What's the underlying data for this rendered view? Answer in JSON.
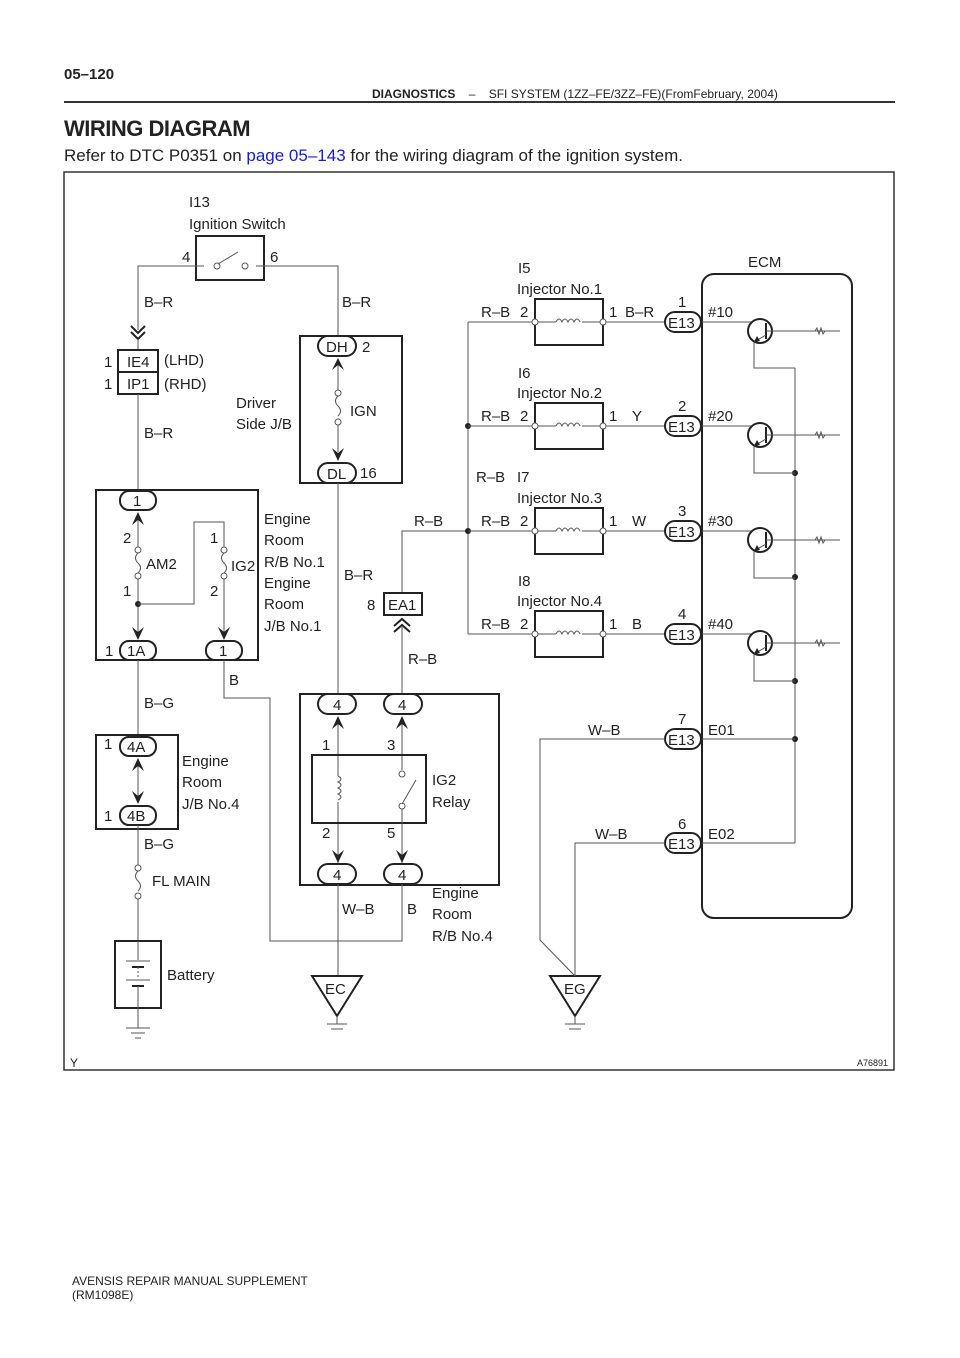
{
  "header": {
    "page_number": "05–120",
    "section": "DIAGNOSTICS",
    "separator": "–",
    "subtitle": "SFI SYSTEM (1ZZ–FE/3ZZ–FE)(FromFebruary, 2004)"
  },
  "title": "WIRING DIAGRAM",
  "intro": {
    "before": "Refer to DTC P0351 on ",
    "link": "page 05–143",
    "after": " for the wiring diagram of the ignition system."
  },
  "diagram": {
    "ign_switch": {
      "code": "I13",
      "name": "Ignition Switch",
      "pin_left": "4",
      "pin_right": "6"
    },
    "wires": {
      "br": "B–R",
      "rb": "R–B",
      "bg": "B–G",
      "b": "B",
      "wb": "W–B",
      "y": "Y",
      "w": "W"
    },
    "conn_ie4": {
      "code": "IE4",
      "pin": "1",
      "note": "(LHD)"
    },
    "conn_ip1": {
      "code": "IP1",
      "pin": "1",
      "note": "(RHD)"
    },
    "driver_jb": {
      "line1": "Driver",
      "line2": "Side J/B",
      "top": "DH",
      "top_pin": "2",
      "fuse": "IGN",
      "bottom": "DL",
      "bottom_pin": "16"
    },
    "er_rb1": {
      "top": "1",
      "fuse1": "AM2",
      "fuse2": "IG2",
      "p2": "2",
      "p1": "1",
      "bl_conn": "1A",
      "bl_pin": "1",
      "br_conn": "1",
      "l1": "Engine",
      "l2": "Room",
      "l3": "R/B No.1",
      "l4": "Engine",
      "l5": "Room",
      "l6": "J/B No.1"
    },
    "ea1": {
      "code": "EA1",
      "pin": "8"
    },
    "er_jb4": {
      "top": "4A",
      "bottom": "4B",
      "pin": "1",
      "l1": "Engine",
      "l2": "Room",
      "l3": "J/B No.4"
    },
    "fl_main": "FL MAIN",
    "battery": "Battery",
    "relay": {
      "conn": "4",
      "p1": "1",
      "p2": "2",
      "p3": "3",
      "p5": "5",
      "name1": "IG2",
      "name2": "Relay",
      "l1": "Engine",
      "l2": "Room",
      "l3": "R/B No.4"
    },
    "grounds": {
      "ec": "EC",
      "eg": "EG"
    },
    "injectors": [
      {
        "code": "I5",
        "name": "Injector No.1",
        "pin_in": "2",
        "pin_out": "1",
        "wire": "B–R",
        "ecm_pin": "1",
        "ecm_term": "#10"
      },
      {
        "code": "I6",
        "name": "Injector No.2",
        "pin_in": "2",
        "pin_out": "1",
        "wire": "Y",
        "ecm_pin": "2",
        "ecm_term": "#20"
      },
      {
        "code": "I7",
        "name": "Injector No.3",
        "pin_in": "2",
        "pin_out": "1",
        "wire": "W",
        "ecm_pin": "3",
        "ecm_term": "#30"
      },
      {
        "code": "I8",
        "name": "Injector No.4",
        "pin_in": "2",
        "pin_out": "1",
        "wire": "B",
        "ecm_pin": "4",
        "ecm_term": "#40"
      }
    ],
    "ecm": {
      "name": "ECM",
      "connector": "E13",
      "e01": "E01",
      "e01_pin": "7",
      "e02": "E02",
      "e02_pin": "6"
    },
    "corner_left": "Y",
    "figure_id": "A76891"
  },
  "footer": {
    "line1": "AVENSIS REPAIR MANUAL SUPPLEMENT",
    "line2": "(RM1098E)"
  }
}
